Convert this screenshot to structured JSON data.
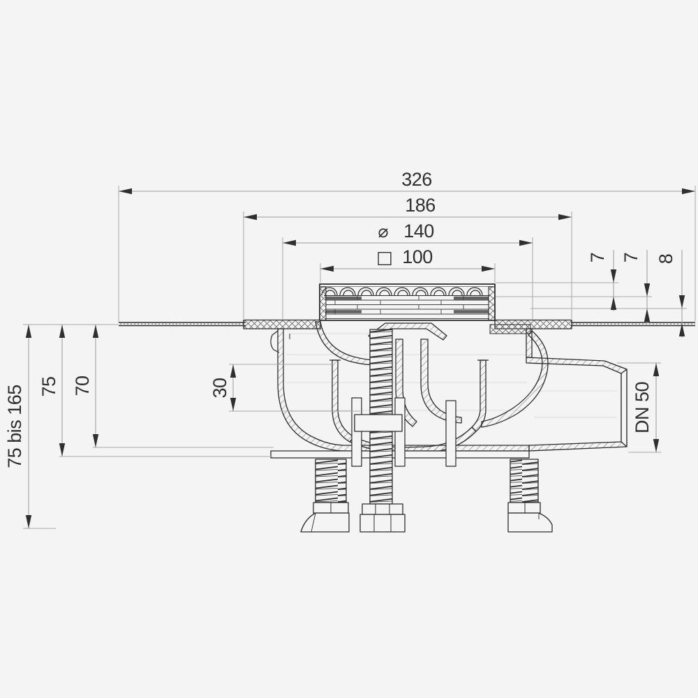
{
  "colors": {
    "background": "#f4f4f4",
    "drawing_line": "#2b2b2b",
    "dimension_line": "#9a9a9a",
    "dimension_text": "#2f2f2f"
  },
  "drawing": {
    "type": "technical-cross-section",
    "subject": "floor-drain with adjustable feet and side outlet"
  },
  "dimensions": {
    "overall_width": "326",
    "flange_width": "186",
    "collar_diameter": "140",
    "grate_size": "100",
    "grate_thickness": "7",
    "frame_height": "7",
    "flange_thickness": "8",
    "seal_depth": "30",
    "body_height": "75",
    "inner_height": "70",
    "adjustment_range": "75 bis 165",
    "outlet_size": "DN 50"
  },
  "symbols": {
    "diameter": "⌀",
    "square": "□"
  }
}
